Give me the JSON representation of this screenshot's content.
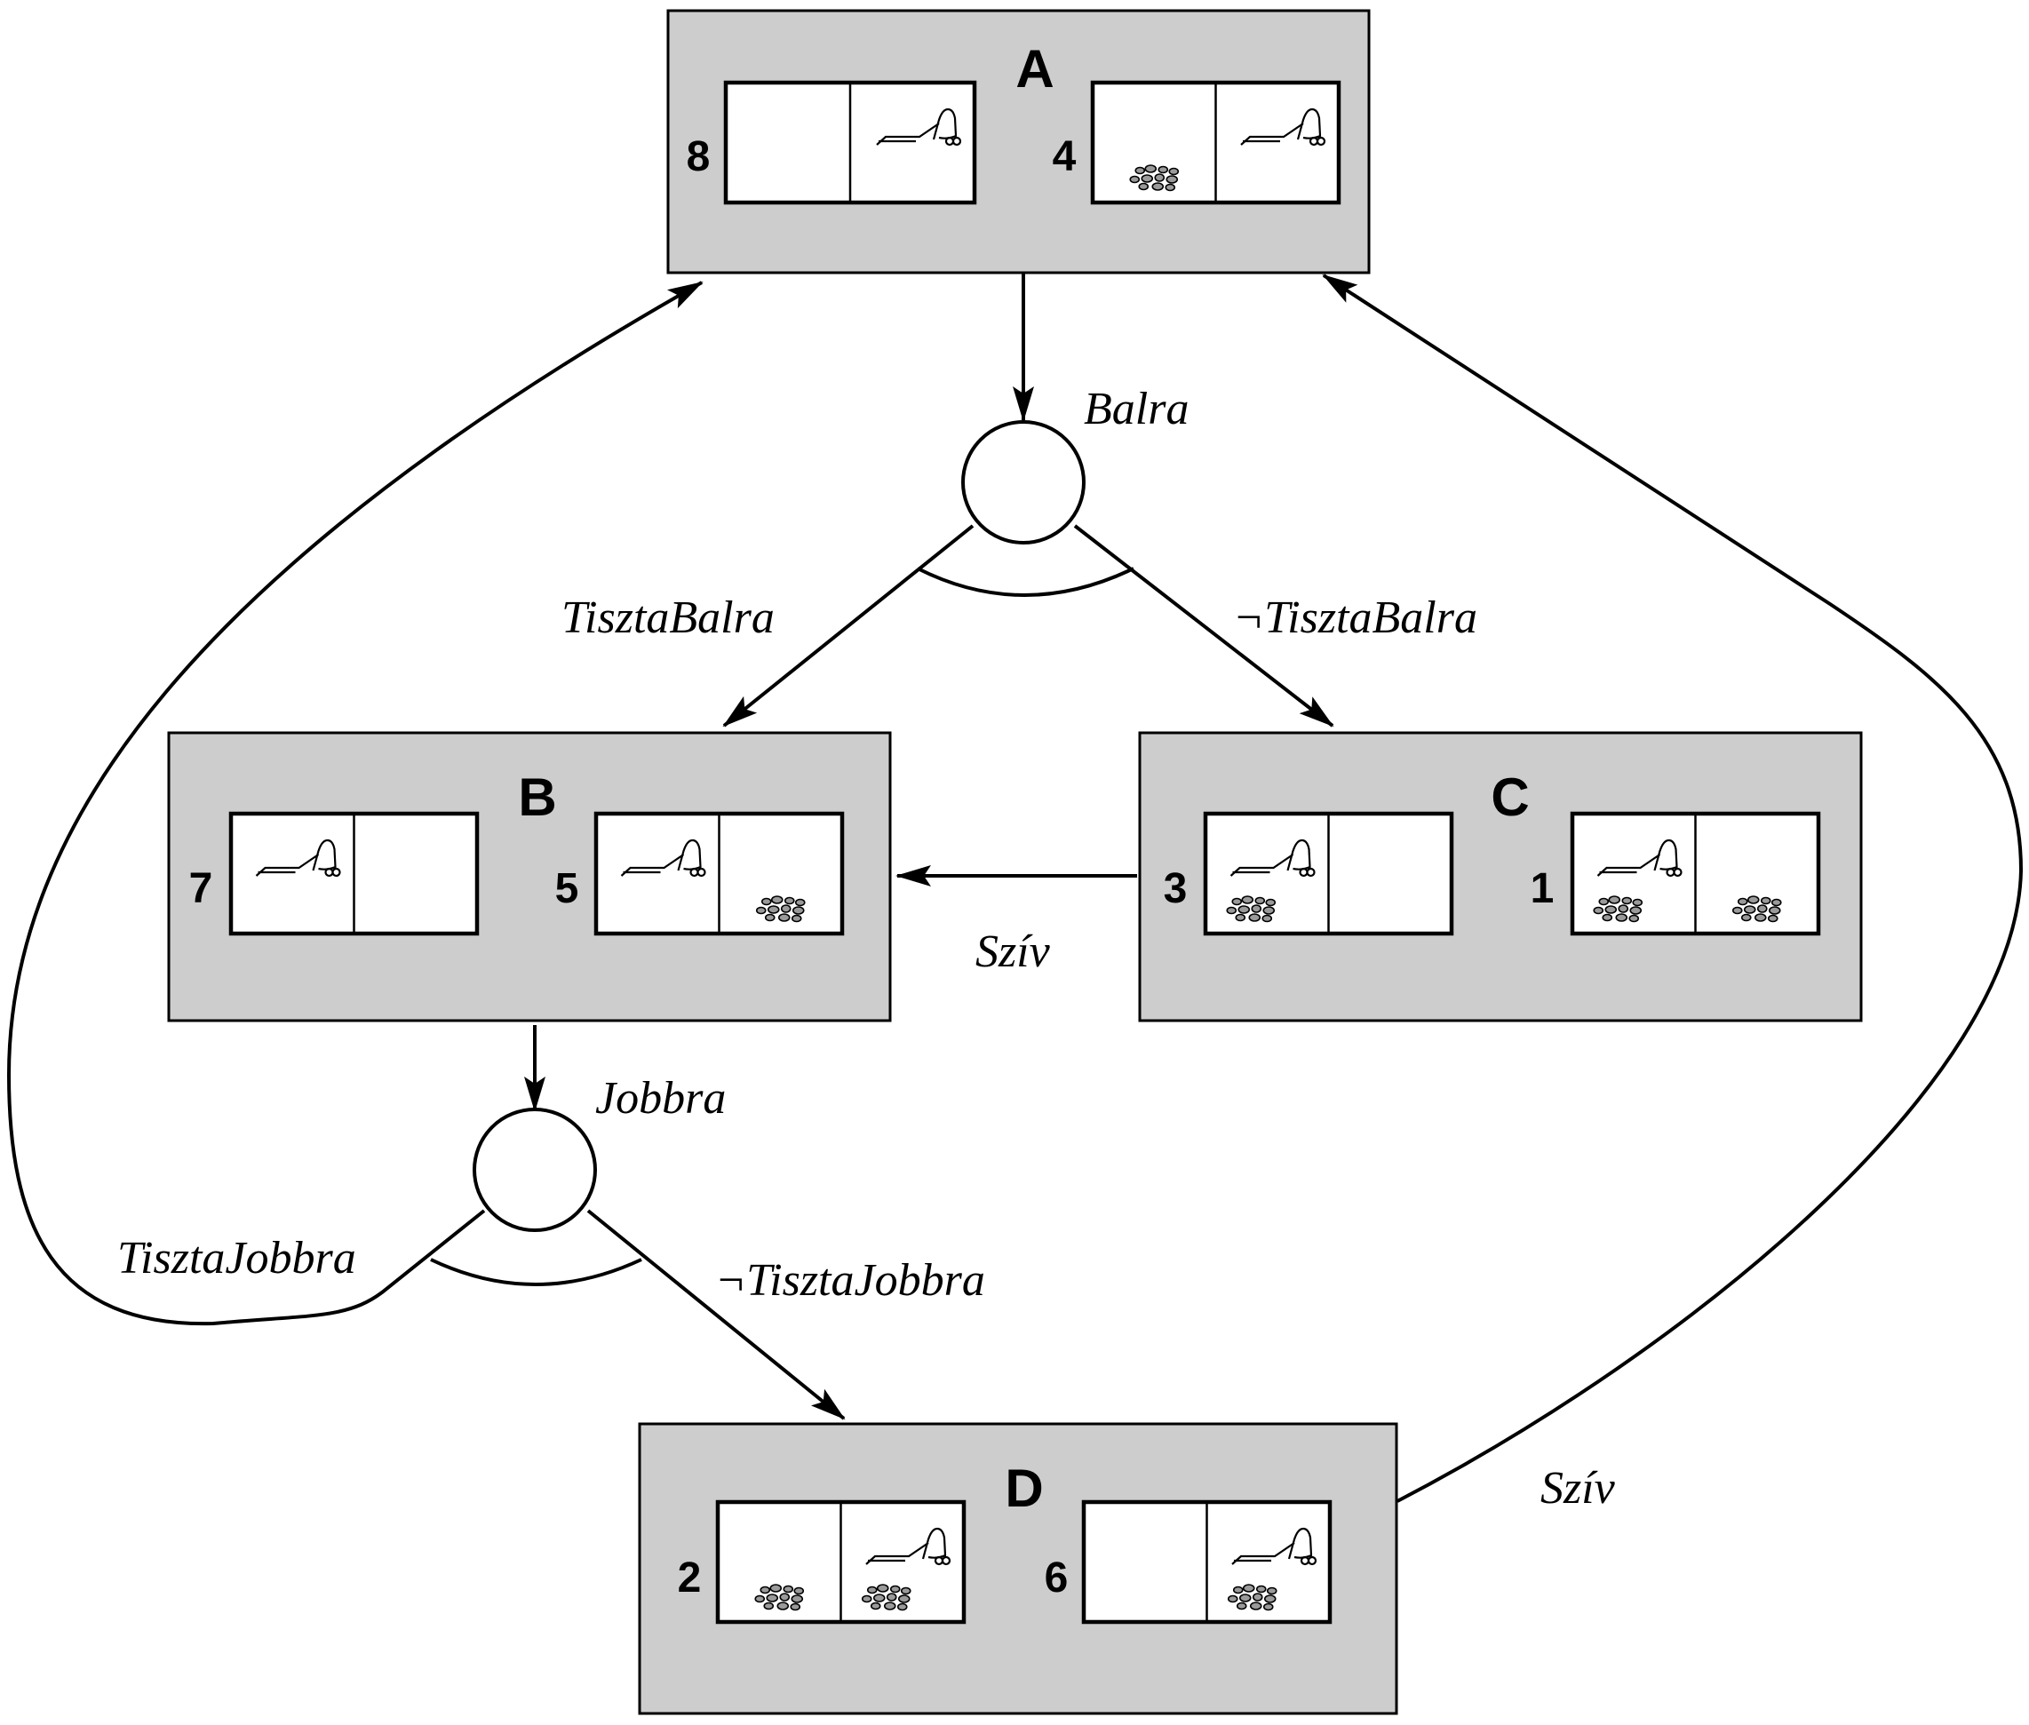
{
  "boxes": [
    {
      "id": "A",
      "label": "A",
      "states": [
        {
          "num": "8",
          "left": {
            "vacuum": false,
            "dirt": false
          },
          "right": {
            "vacuum": true,
            "dirt": false
          }
        },
        {
          "num": "4",
          "left": {
            "vacuum": false,
            "dirt": true
          },
          "right": {
            "vacuum": true,
            "dirt": false
          }
        }
      ]
    },
    {
      "id": "B",
      "label": "B",
      "states": [
        {
          "num": "7",
          "left": {
            "vacuum": true,
            "dirt": false
          },
          "right": {
            "vacuum": false,
            "dirt": false
          }
        },
        {
          "num": "5",
          "left": {
            "vacuum": true,
            "dirt": false
          },
          "right": {
            "vacuum": false,
            "dirt": true
          }
        }
      ]
    },
    {
      "id": "C",
      "label": "C",
      "states": [
        {
          "num": "3",
          "left": {
            "vacuum": true,
            "dirt": true
          },
          "right": {
            "vacuum": false,
            "dirt": false
          }
        },
        {
          "num": "1",
          "left": {
            "vacuum": true,
            "dirt": true
          },
          "right": {
            "vacuum": false,
            "dirt": true
          }
        }
      ]
    },
    {
      "id": "D",
      "label": "D",
      "states": [
        {
          "num": "2",
          "left": {
            "vacuum": false,
            "dirt": true
          },
          "right": {
            "vacuum": true,
            "dirt": true
          }
        },
        {
          "num": "6",
          "left": {
            "vacuum": false,
            "dirt": false
          },
          "right": {
            "vacuum": true,
            "dirt": true
          }
        }
      ]
    }
  ],
  "nodes": [
    {
      "id": "and-balra",
      "action": "Balra"
    },
    {
      "id": "and-jobbra",
      "action": "Jobbra"
    }
  ],
  "labels": {
    "balra": "Balra",
    "jobbra": "Jobbra",
    "tiszta_balra": "TisztaBalra",
    "not_tiszta_balra": "¬TisztaBalra",
    "tiszta_jobbra": "TisztaJobbra",
    "not_tiszta_jobbra": "¬TisztaJobbra",
    "sziv_c_b": "Szív",
    "sziv_d_a": "Szív"
  },
  "edges": [
    {
      "from": "A",
      "to": "and-balra",
      "label": ""
    },
    {
      "from": "and-balra",
      "to": "B",
      "label": "TisztaBalra"
    },
    {
      "from": "and-balra",
      "to": "C",
      "label": "¬TisztaBalra"
    },
    {
      "from": "C",
      "to": "B",
      "label": "Szív"
    },
    {
      "from": "B",
      "to": "and-jobbra",
      "label": ""
    },
    {
      "from": "and-jobbra",
      "to": "A",
      "label": "TisztaJobbra"
    },
    {
      "from": "and-jobbra",
      "to": "D",
      "label": "¬TisztaJobbra"
    },
    {
      "from": "D",
      "to": "A",
      "label": "Szív"
    }
  ]
}
